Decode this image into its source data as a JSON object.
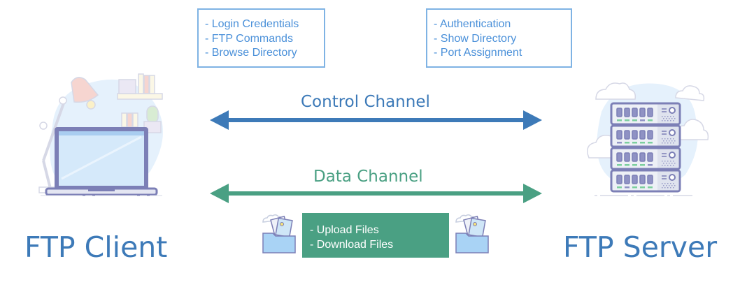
{
  "client_box": {
    "items": [
      "- Login Credentials",
      "- FTP Commands",
      "- Browse Directory"
    ]
  },
  "server_box": {
    "items": [
      "- Authentication",
      "- Show Directory",
      "- Port Assignment"
    ]
  },
  "control_channel": {
    "label": "Control Channel",
    "color": "#3d7ab8",
    "direction": "bidirectional"
  },
  "data_channel": {
    "label": "Data Channel",
    "color": "#4aa083",
    "direction": "bidirectional",
    "box": {
      "items": [
        "- Upload Files",
        "- Download Files"
      ]
    }
  },
  "client": {
    "label": "FTP Client",
    "icon": "laptop-desk-icon"
  },
  "server": {
    "label": "FTP Server",
    "icon": "server-rack-icon"
  },
  "colors": {
    "note_border": "#7fb3e4",
    "note_text": "#4a90d9",
    "title_text": "#3d7ab8",
    "data_box_fill": "#4aa083"
  }
}
